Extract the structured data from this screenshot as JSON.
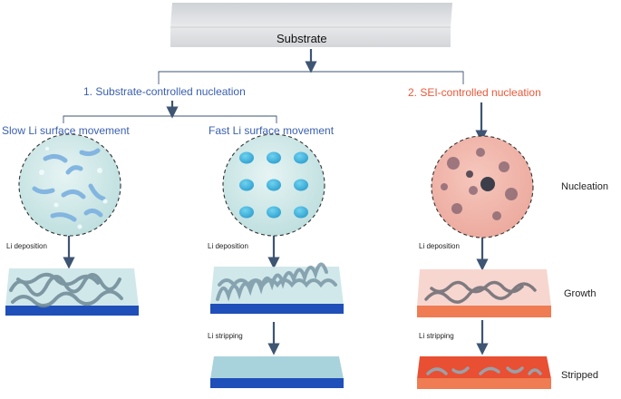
{
  "substrate_label": "Substrate",
  "branch1": {
    "title": "1. Substrate-controlled nucleation",
    "left_title": "Slow Li surface movement",
    "right_title": "Fast Li surface movement"
  },
  "branch2": {
    "title": "2. SEI-controlled nucleation"
  },
  "process": {
    "deposition": "Li deposition",
    "stripping": "Li stripping"
  },
  "stages": {
    "nucleation": "Nucleation",
    "growth": "Growth",
    "stripped": "Stripped"
  },
  "colors": {
    "blue_text": "#3a5fae",
    "red_text": "#e8593a",
    "arrow": "#3e5573",
    "substrate_blue": "#1f4fb8",
    "substrate_orange": "#ef7c52"
  }
}
